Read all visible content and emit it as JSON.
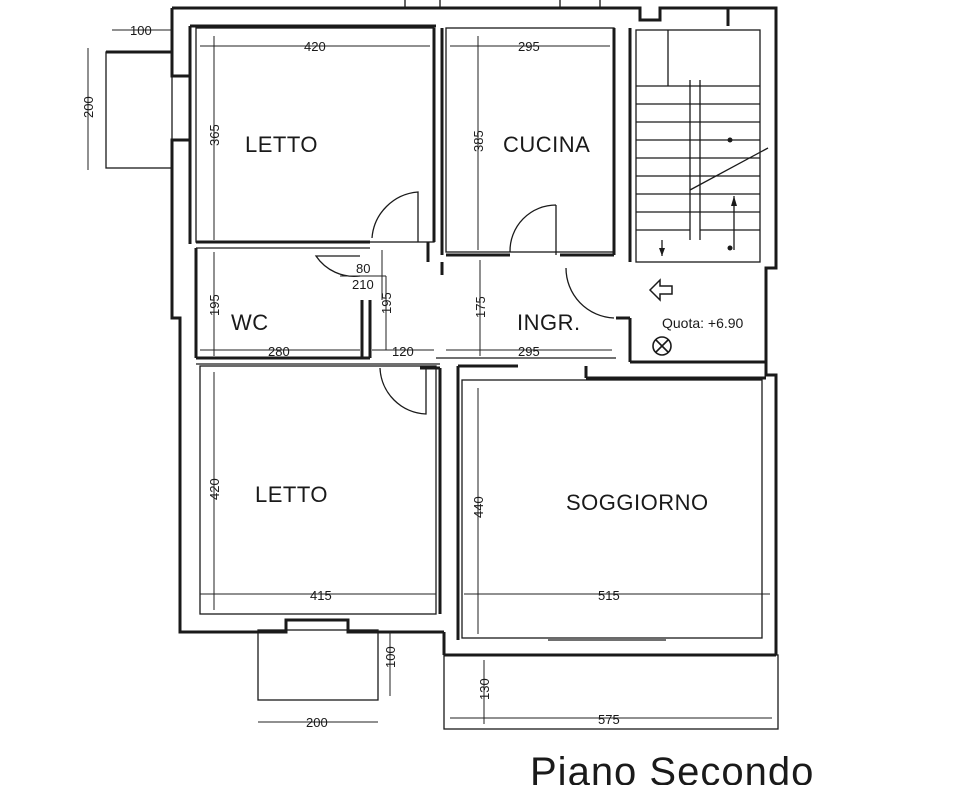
{
  "rooms": {
    "letto_top": "LETTO",
    "cucina": "CUCINA",
    "wc": "WC",
    "ingresso": "INGR.",
    "letto_bottom": "LETTO",
    "soggiorno": "SOGGIORNO"
  },
  "dimensions": {
    "balcony_left_w": "100",
    "balcony_left_h": "200",
    "letto_top_w": "420",
    "letto_top_h": "365",
    "cucina_w": "295",
    "cucina_h": "385",
    "door_w": "80",
    "door_h": "210",
    "wc_h": "195",
    "ingr_left_h": "195",
    "ingr_h": "175",
    "wc_w": "280",
    "hall_w": "120",
    "ingr_w": "295",
    "letto_bottom_h": "420",
    "letto_bottom_w": "415",
    "soggiorno_h": "440",
    "soggiorno_w": "515",
    "balcony_bottom_left_h": "100",
    "balcony_bottom_left_w": "200",
    "terrace_h": "130",
    "terrace_w": "575"
  },
  "level": "Quota: +6.90",
  "title": "Piano Secondo"
}
